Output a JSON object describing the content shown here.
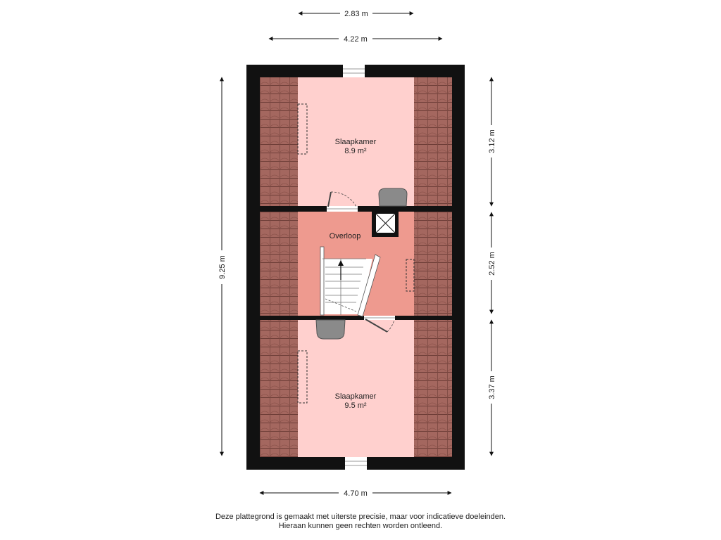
{
  "colors": {
    "wall": "#111111",
    "roof_tile": "#a4675f",
    "roof_tile_line": "#6e3e38",
    "bedroom_fill": "#ffd0ce",
    "landing_fill": "#ee9a8f",
    "dimension_line": "#111111",
    "fixture_grey": "#8a8a8a"
  },
  "dimensions": {
    "top_inner": "2.83 m",
    "top_outer": "4.22 m",
    "left_total": "9.25 m",
    "right_top": "3.12 m",
    "right_middle": "2.52 m",
    "right_bottom": "3.37 m",
    "bottom_total": "4.70 m"
  },
  "rooms": {
    "top_bedroom": {
      "name": "Slaapkamer",
      "area": "8.9 m²"
    },
    "landing": {
      "name": "Overloop"
    },
    "bottom_bedroom": {
      "name": "Slaapkamer",
      "area": "9.5 m²"
    }
  },
  "disclaimer": {
    "line1": "Deze plattegrond is gemaakt met uiterste precisie, maar voor indicatieve doeleinden.",
    "line2": "Hieraan kunnen geen rechten worden ontleend."
  },
  "icons": [
    "stair-arrow-icon",
    "chimney-shaft-icon",
    "sink-icon",
    "door-swing-icon",
    "window-icon"
  ]
}
